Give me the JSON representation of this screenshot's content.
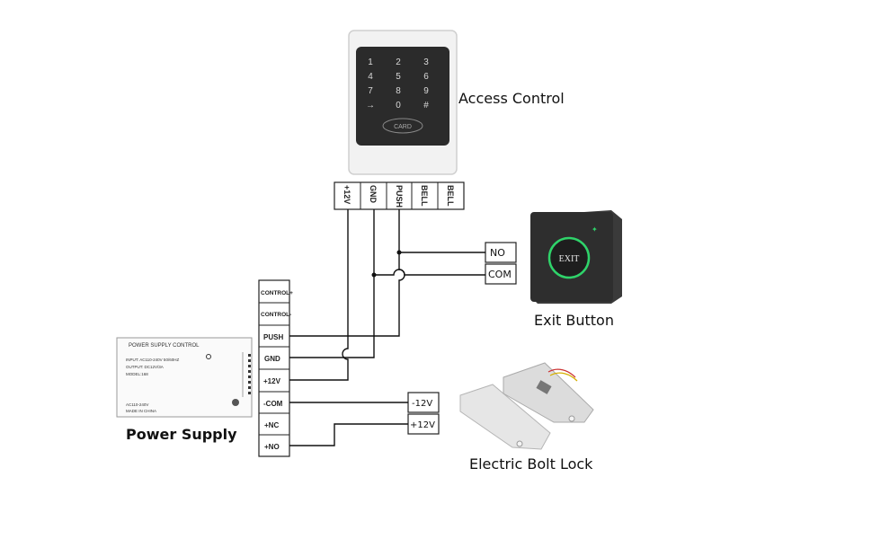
{
  "access_control": {
    "title": "Access Control",
    "keys": [
      "1",
      "2",
      "3",
      "4",
      "5",
      "6",
      "7",
      "8",
      "9",
      "→",
      "0",
      "#"
    ],
    "card_label": "CARD",
    "terminals": [
      "+12V",
      "GND",
      "PUSH",
      "BELL",
      "BELL"
    ]
  },
  "exit_button": {
    "title": "Exit Button",
    "face_label": "EXIT",
    "terminals": [
      "NO",
      "COM"
    ]
  },
  "power_supply": {
    "title": "Power Supply",
    "panel_heading": "POWER SUPPLY CONTROL",
    "panel_lines": [
      "INPUT: AC110-240V 50/60HZ",
      "OUTPUT: DC12V/3A",
      "MODEL:168"
    ],
    "panel_footer": [
      "AC110-240V",
      "MADE IN CHINA"
    ],
    "terminals": [
      "CONTROL+",
      "CONTROL-",
      "PUSH",
      "GND",
      "+12V",
      "-COM",
      "+NC",
      "+NO"
    ]
  },
  "bolt_lock": {
    "title": "Electric Bolt Lock",
    "terminals": [
      "-12V",
      "+12V"
    ]
  },
  "colors": {
    "wire": "#111111",
    "keypad_face": "#2b2b2b",
    "exit_ring": "#2fd36a",
    "lock_body": "#d9d9d9"
  }
}
